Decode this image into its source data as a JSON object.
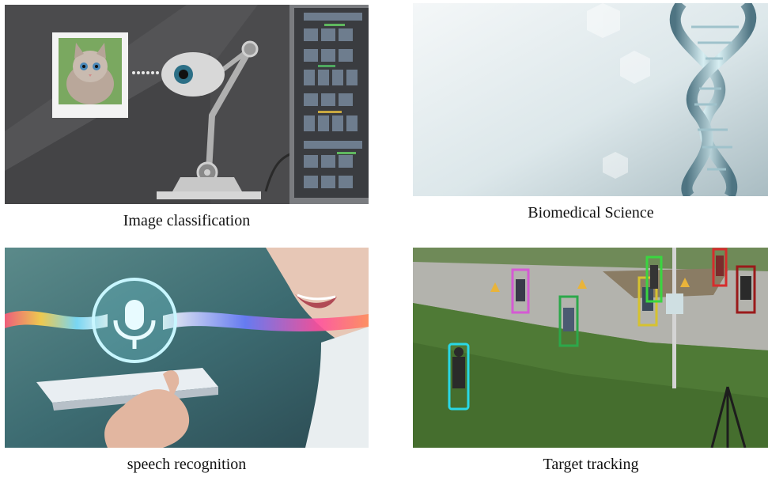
{
  "figure": {
    "panels": [
      {
        "caption": "Image classification",
        "illustration": "cat-photo-eye-lamp-server-rack"
      },
      {
        "caption": "Biomedical Science",
        "illustration": "dna-double-helix"
      },
      {
        "caption": "speech recognition",
        "illustration": "microphone-voice-wave-hand-phone"
      },
      {
        "caption": "Target tracking",
        "illustration": "pedestrians-with-bounding-boxes"
      }
    ]
  }
}
